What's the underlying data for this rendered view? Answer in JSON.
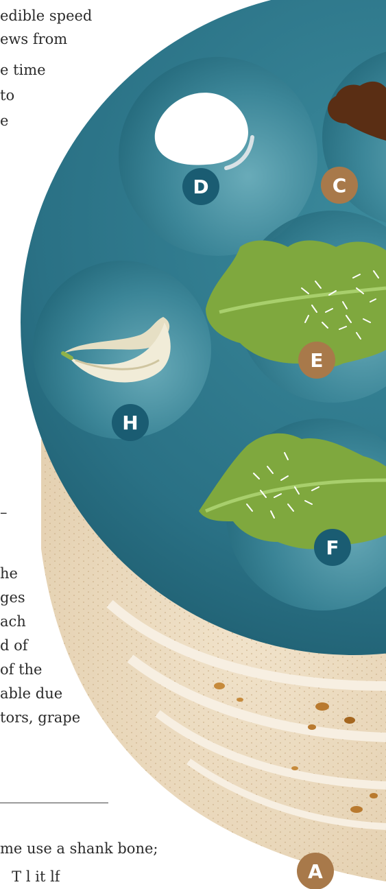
{
  "article": {
    "fragments": [
      "edible speed",
      "ews from",
      "e time",
      "to",
      "e",
      "–",
      "he",
      "ges",
      "ach",
      "d of",
      "of the",
      "able due",
      "tors, grape",
      "me use a shank bone;",
      "_ T l it lf"
    ]
  },
  "plate": {
    "labels": {
      "a": "A",
      "c": "C",
      "d": "D",
      "e": "E",
      "f": "F",
      "h": "H"
    }
  },
  "colors": {
    "plate": "#2f7a8c",
    "plate_dark": "#1b5a6c",
    "badge_dark": "#1a5c72",
    "badge_brown": "#a8794a",
    "matzah": "#ecdcc2"
  }
}
